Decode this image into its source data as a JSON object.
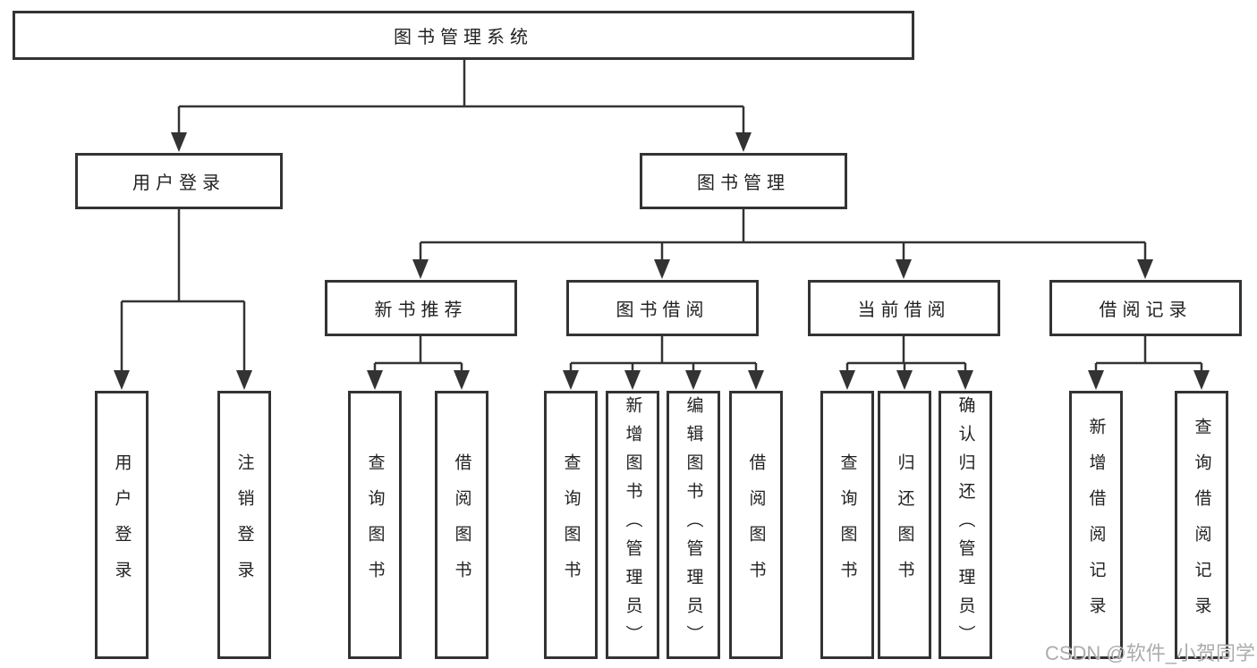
{
  "tree": {
    "root": "图书管理系统",
    "user_branch": {
      "label": "用户登录",
      "children": [
        "用户登录",
        "注销登录"
      ]
    },
    "book_branch": {
      "label": "图书管理",
      "groups": [
        {
          "label": "新书推荐",
          "children": [
            "查询图书",
            "借阅图书"
          ]
        },
        {
          "label": "图书借阅",
          "children": [
            "查询图书",
            "新增图书（管理员）",
            "编辑图书（管理员）",
            "借阅图书"
          ]
        },
        {
          "label": "当前借阅",
          "children": [
            "查询图书",
            "归还图书",
            "确认归还（管理员）"
          ]
        },
        {
          "label": "借阅记录",
          "children": [
            "新增借阅记录",
            "查询借阅记录"
          ]
        }
      ]
    }
  },
  "watermark": "CSDN @软件_小贺同学",
  "colors": {
    "line": "#333333",
    "box_border": "#333333",
    "text": "#222222",
    "background": "#ffffff",
    "watermark": "#9e9e9e"
  }
}
